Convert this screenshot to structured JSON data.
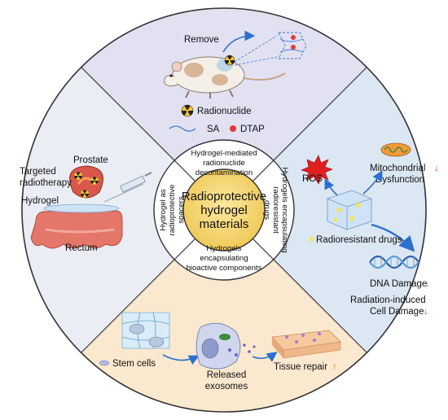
{
  "center_title": [
    "Radioprotective",
    "hydrogel",
    "materials"
  ],
  "ring_labels": {
    "top": [
      "Hydrogel-mediated",
      "radionuclide",
      "decontamination"
    ],
    "left": [
      "Hydrogel as",
      "radioprotective",
      "spacers"
    ],
    "right": [
      "Hydrogels encapsulating",
      "radioresistant",
      "drugs"
    ],
    "bottom": [
      "Hydrogels",
      "encapsulating",
      "bioactive components"
    ]
  },
  "top_panel": {
    "remove": "Remove",
    "radionuclide": "Radionuclide",
    "sa": "SA",
    "dtap": "DTAP"
  },
  "left_panel": {
    "prostate": "Prostate",
    "targeted_radiotherapy": [
      "Targeted",
      "radiotherapy"
    ],
    "hydrogel": "Hydrogel",
    "rectum": "Rectum"
  },
  "right_panel": {
    "ros": "ROS",
    "mitochondrial": [
      "Mitochondrial",
      "Dysfunction"
    ],
    "radioresistant_drugs": "Radioresistant drugs",
    "dna_damage": "DNA Damage",
    "cell_damage": [
      "Radiation-induced",
      "Cell Damage"
    ],
    "arrow_down": "↓"
  },
  "bottom_panel": {
    "stem_cells": "Stem cells",
    "released_exosomes": [
      "Released",
      "exosomes"
    ],
    "tissue_repair": "Tissue repair",
    "arrow_up": "↑"
  },
  "colors": {
    "top_quadrant": "#e2e1f2",
    "left_quadrant": "#eaeef4",
    "right_quadrant": "#dbe7f3",
    "bottom_quadrant": "#fbe9cf",
    "center_fill": "#f2d46a",
    "ring_fill": "#ffffff",
    "accent_red": "#e53935",
    "accent_blue": "#2c6fcf"
  }
}
